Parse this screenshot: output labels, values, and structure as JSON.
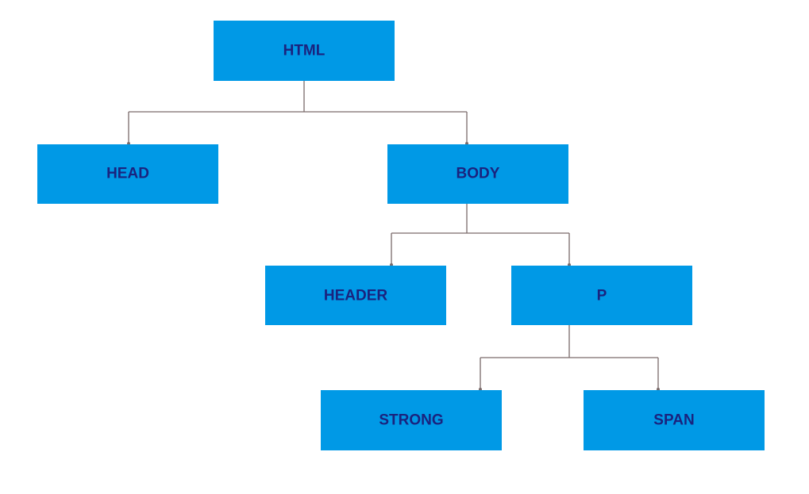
{
  "colors": {
    "node_fill": "#0099e6",
    "node_text": "#1a237e",
    "connector": "#7a6a6a",
    "background": "#ffffff"
  },
  "nodes": {
    "html": "HTML",
    "head": "HEAD",
    "body": "BODY",
    "header": "HEADER",
    "p": "P",
    "strong": "STRONG",
    "span": "SPAN"
  },
  "edges": [
    [
      "html",
      "head"
    ],
    [
      "html",
      "body"
    ],
    [
      "body",
      "header"
    ],
    [
      "body",
      "p"
    ],
    [
      "p",
      "strong"
    ],
    [
      "p",
      "span"
    ]
  ]
}
